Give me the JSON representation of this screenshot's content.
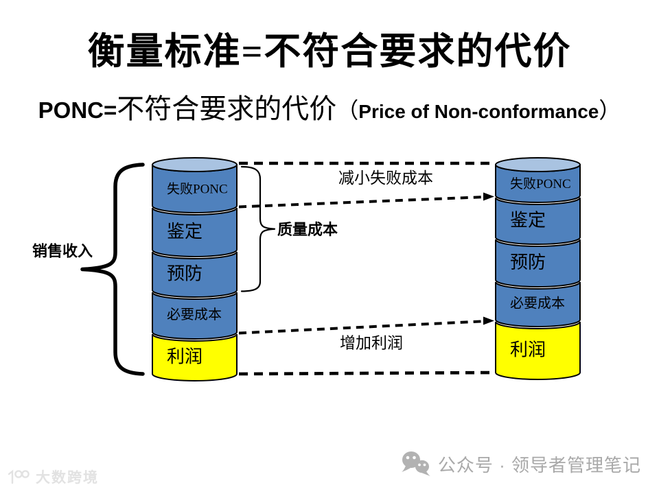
{
  "slide": {
    "title": "衡量标准=不符合要求的代价",
    "subtitle": {
      "prefix": "PONC=",
      "cn": "不符合要求的代价",
      "paren_open": "（",
      "en": "Price of Non-conformance",
      "paren_close": "）"
    }
  },
  "diagram": {
    "colors": {
      "segment_blue": "#4f81bd",
      "segment_blue_top": "#a9c3e1",
      "segment_yellow": "#ffff00",
      "outline": "#000000",
      "text": "#000000"
    },
    "sales_brace_label": "销售收入",
    "quality_brace_label": "质量成本",
    "cylinders": [
      {
        "name": "current",
        "segments": [
          {
            "label": "失败PONC",
            "height": 60,
            "fill": "blue"
          },
          {
            "label": "鉴定",
            "height": 61,
            "fill": "blue"
          },
          {
            "label": "预防",
            "height": 56,
            "fill": "blue"
          },
          {
            "label": "必要成本",
            "height": 58,
            "fill": "blue"
          },
          {
            "label": "利润",
            "height": 58,
            "fill": "yellow"
          }
        ]
      },
      {
        "name": "improved",
        "segments": [
          {
            "label": "失败PONC",
            "height": 45,
            "fill": "blue"
          },
          {
            "label": "鉴定",
            "height": 58,
            "fill": "blue"
          },
          {
            "label": "预防",
            "height": 59,
            "fill": "blue"
          },
          {
            "label": "必要成本",
            "height": 55,
            "fill": "blue"
          },
          {
            "label": "利润",
            "height": 74,
            "fill": "yellow"
          }
        ]
      }
    ],
    "connectors": [
      {
        "id": "top",
        "boundary": 0,
        "arrow": false,
        "label": ""
      },
      {
        "id": "reduce-failure",
        "boundary": 1,
        "arrow": true,
        "label": "减小失败成本",
        "label_pos": "above"
      },
      {
        "id": "increase-profit",
        "boundary": 4,
        "arrow": true,
        "label": "增加利润",
        "label_pos": "below"
      },
      {
        "id": "bottom",
        "boundary": 5,
        "arrow": false,
        "label": ""
      }
    ]
  },
  "footer": {
    "wechat_label": "公众号 · 领导者管理笔记"
  },
  "watermark": {
    "text": "大数跨境"
  }
}
